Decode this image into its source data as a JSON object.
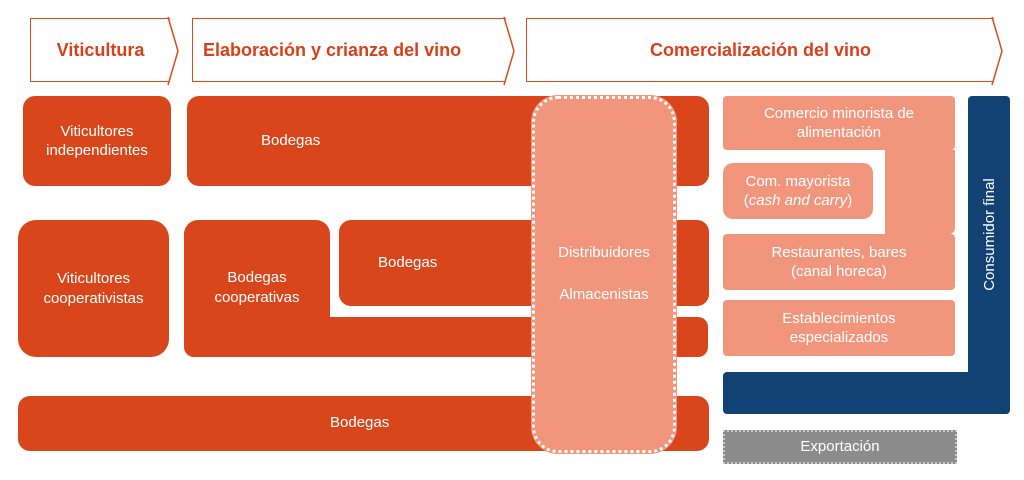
{
  "headers": {
    "viticultura": "Viticultura",
    "elaboracion": "Elaboración y crianza del vino",
    "comercializacion": "Comercialización del vino"
  },
  "rows": {
    "viticultores_independientes": "Viticultores\nindependientes",
    "bodegas_top": "Bodegas",
    "viticultores_cooperativistas": "Viticultores\ncooperativistas",
    "bodegas_cooperativas": "Bodegas\ncooperativas",
    "bodegas_mid": "Bodegas",
    "bodegas_bottom": "Bodegas"
  },
  "distribution": {
    "distribuidores": "Distribuidores",
    "almacenistas": "Almacenistas"
  },
  "channels": {
    "comercio_minorista": "Comercio minorista de\nalimentación",
    "com_mayorista": "Com. mayorista",
    "cash_and_carry": "cash and carry",
    "paren_open": "(",
    "paren_close": ")",
    "restaurantes": "Restaurantes, bares\n(canal horeca)",
    "establecimientos": "Establecimientos\nespecializados",
    "exportacion": "Exportación"
  },
  "consumidor_final": "Consumidor final",
  "colors": {
    "dark_orange": "#d9461c",
    "light_orange": "#f1967c",
    "navy": "#114273",
    "grey": "#8c8c8c",
    "header_text": "#d9401a"
  }
}
